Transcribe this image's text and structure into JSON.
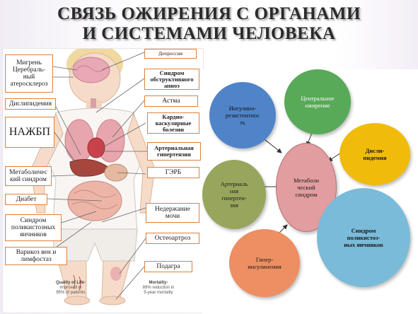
{
  "title": {
    "line1": "СВЯЗЬ ОЖИРЕНИЯ С ОРГАНАМИ",
    "line2": "И СИСТЕМАМИ ЧЕЛОВЕКА"
  },
  "left_labels": {
    "migraine": "Мигрень\nЦеребраль-\nный\nатеросклероз",
    "dyslipidemia": "Дислипидемия",
    "nafld": "НАЖБП",
    "metabolic": "Метаболичес\nкий синдром",
    "diabetes": "Диабет",
    "pcos": "Синдром\nполикистозных\nяичников",
    "varicose": "Варикоз вен и\nлимфостаз",
    "depression": "Депрессия",
    "apnea": "Синдром\nобструктивного\nапноэ",
    "asthma": "Астма",
    "cvd": "Кардио-\nваскулярные\nболезни",
    "hypertension": "Артериальная\nгипертензия",
    "gerd": "ГЭРБ",
    "incontinence": "Недержание\nмочи",
    "osteoarthritis": "Остеоартроз",
    "gout": "Подагра"
  },
  "captions": {
    "quality_title": "Quality of Life-",
    "quality_line2": "improved in",
    "quality_line3": "95% of patients",
    "mortality_title": "Mortality-",
    "mortality_line2": "89% reduction in",
    "mortality_line3": "5-year mortality"
  },
  "diagram": {
    "center": "Метаболи\nческий\nсиндром",
    "insulin_resistance": "Инсулино-\nрезистентнос\nть",
    "central_obesity": "Центральное\nожирение",
    "dyslipidemia": "Дисли-\nпидемия",
    "hypertension": "Артериаль\nная\nгипертен-\nзия",
    "hyperinsulinemia": "Гипер-\nинсулинемия",
    "pcos": "Синдром\nполикистоз-\nных яичников"
  },
  "colors": {
    "label_border": "#e0803a",
    "center": "#e29da0",
    "insulin_resistance": "#4f84c8",
    "central_obesity": "#58a958",
    "dyslipidemia": "#f0bb0a",
    "hypertension": "#98a55c",
    "hyperinsulinemia": "#ed8f62",
    "pcos": "#79bbd8"
  }
}
